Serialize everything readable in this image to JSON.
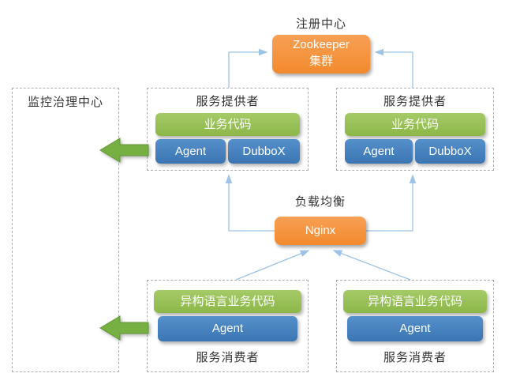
{
  "registry": {
    "label": "注册中心",
    "node_line1": "Zookeeper",
    "node_line2": "集群"
  },
  "monitoring": {
    "label": "监控治理中心"
  },
  "providers": {
    "left": {
      "label": "服务提供者",
      "business": "业务代码",
      "agent": "Agent",
      "dubbox": "DubboX"
    },
    "right": {
      "label": "服务提供者",
      "business": "业务代码",
      "agent": "Agent",
      "dubbox": "DubboX"
    }
  },
  "load_balancer": {
    "label": "负载均衡",
    "node": "Nginx"
  },
  "consumers": {
    "left": {
      "label": "服务消费者",
      "business": "异构语言业务代码",
      "agent": "Agent"
    },
    "right": {
      "label": "服务消费者",
      "business": "异构语言业务代码",
      "agent": "Agent"
    }
  },
  "colors": {
    "orange_node": "#F6913E",
    "green_box": "#94BE52",
    "blue_box": "#4081BF",
    "arrow_green": "#76B043",
    "connector_blue": "#9DC3E6",
    "dashed_border": "#ADADAD",
    "label_text": "#333333"
  }
}
